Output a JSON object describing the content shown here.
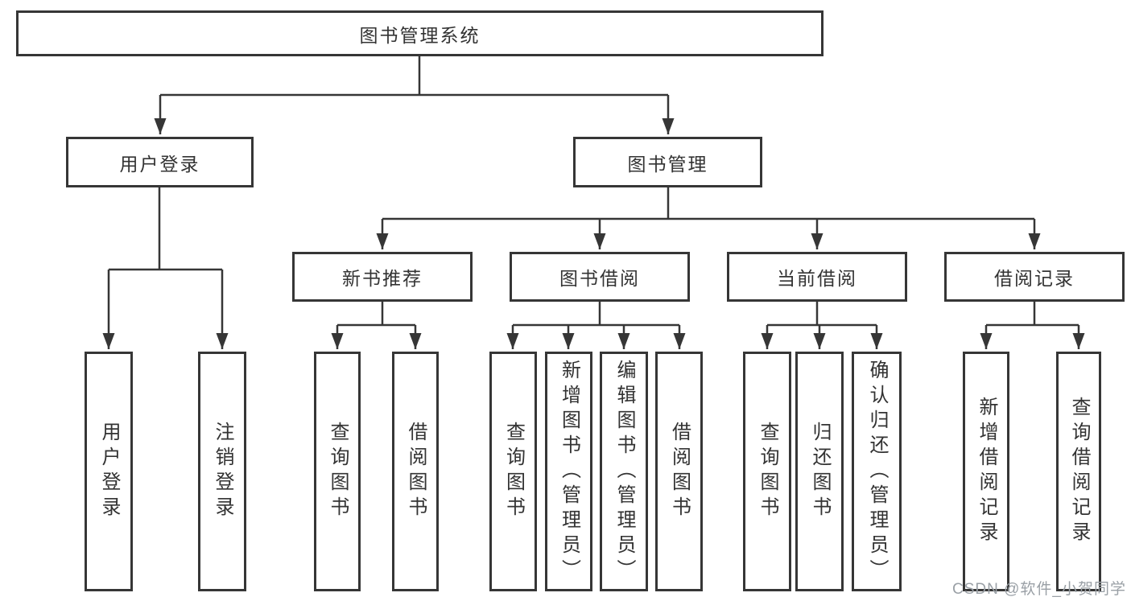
{
  "title": "图书管理系统",
  "branches": [
    {
      "label": "用户登录",
      "children": [
        {
          "label": "用户登录"
        },
        {
          "label": "注销登录"
        }
      ]
    },
    {
      "label": "图书管理",
      "children": [
        {
          "label": "新书推荐",
          "children": [
            {
              "label": "查询图书"
            },
            {
              "label": "借阅图书"
            }
          ]
        },
        {
          "label": "图书借阅",
          "children": [
            {
              "label": "查询图书"
            },
            {
              "label": "新增图书（管理员）"
            },
            {
              "label": "编辑图书（管理员）"
            },
            {
              "label": "借阅图书"
            }
          ]
        },
        {
          "label": "当前借阅",
          "children": [
            {
              "label": "查询图书"
            },
            {
              "label": "归还图书"
            },
            {
              "label": "确认归还（管理员）"
            }
          ]
        },
        {
          "label": "借阅记录",
          "children": [
            {
              "label": "新增借阅记录"
            },
            {
              "label": "查询借阅记录"
            }
          ]
        }
      ]
    }
  ],
  "watermark": {
    "text": "CSDN @软件_小贺同学"
  },
  "colors": {
    "line": "#363636",
    "text": "#333333",
    "watermark": "#9aa0a6",
    "background": "#ffffff"
  }
}
